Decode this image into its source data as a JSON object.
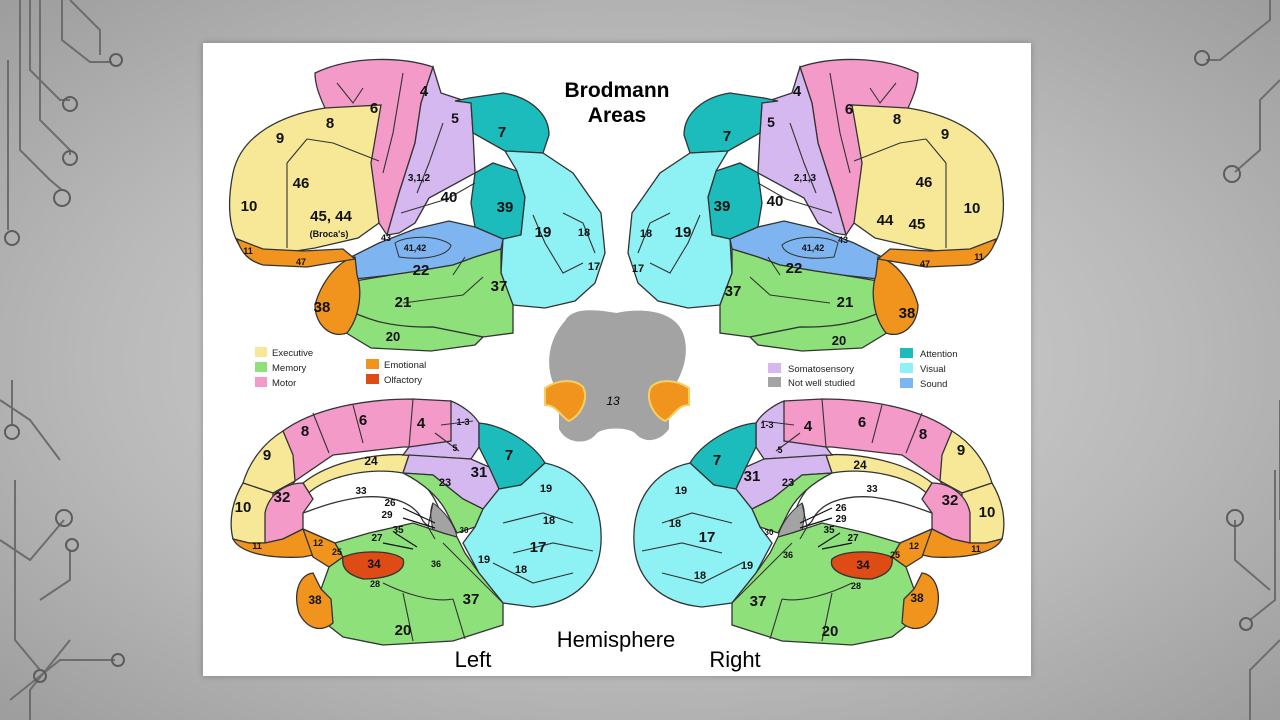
{
  "title_line1": "Brodmann",
  "title_line2": "Areas",
  "caption_left": "Left",
  "caption_hemisphere": "Hemisphere",
  "caption_right": "Right",
  "area13_label": "13",
  "legend_left": [
    {
      "label": "Executive",
      "color": "#f7e897"
    },
    {
      "label": "Memory",
      "color": "#8ee07a"
    },
    {
      "label": "Motor",
      "color": "#f39ac9"
    }
  ],
  "legend_mid": [
    {
      "label": "Emotional",
      "color": "#f0941e"
    },
    {
      "label": "Olfactory",
      "color": "#de4b14"
    }
  ],
  "legend_right1": [
    {
      "label": "Somatosensory",
      "color": "#d4b8ef"
    },
    {
      "label": "Not well studied",
      "color": "#a3a3a3"
    }
  ],
  "legend_right2": [
    {
      "label": "Attention",
      "color": "#1cbcbc"
    },
    {
      "label": "Visual",
      "color": "#8ef1f4"
    },
    {
      "label": "Sound",
      "color": "#7eb5f0"
    }
  ],
  "lateral_labels": {
    "a4": "4",
    "a6": "6",
    "a8": "8",
    "a9": "9",
    "a5": "5",
    "a7": "7",
    "a312": "3,1,2",
    "a213": "2,1,3",
    "a40": "40",
    "a39": "39",
    "a46": "46",
    "a10": "10",
    "a4544": "45, 44",
    "a4445": "44",
    "a45": "45",
    "broca": "(Broca's)",
    "a43": "43",
    "a4142": "41,42",
    "a19": "19",
    "a18": "18",
    "a17": "17",
    "a11": "11",
    "a47": "47",
    "a22": "22",
    "a37": "37",
    "a38": "38",
    "a21": "21",
    "a20": "20"
  },
  "medial_labels": {
    "a6": "6",
    "a4": "4",
    "a13": "1-3",
    "a8": "8",
    "a9": "9",
    "a5": "5",
    "a7": "7",
    "a24": "24",
    "a31": "31",
    "a32": "32",
    "a33": "33",
    "a23": "23",
    "a19": "19",
    "a26": "26",
    "a29": "29",
    "a10": "10",
    "a30": "30",
    "a18": "18",
    "a35": "35",
    "a27": "27",
    "a11": "11",
    "a12": "12",
    "a25": "25",
    "a17": "17",
    "a34": "34",
    "a36": "36",
    "a28": "28",
    "a38": "38",
    "a37": "37",
    "a20": "20"
  }
}
